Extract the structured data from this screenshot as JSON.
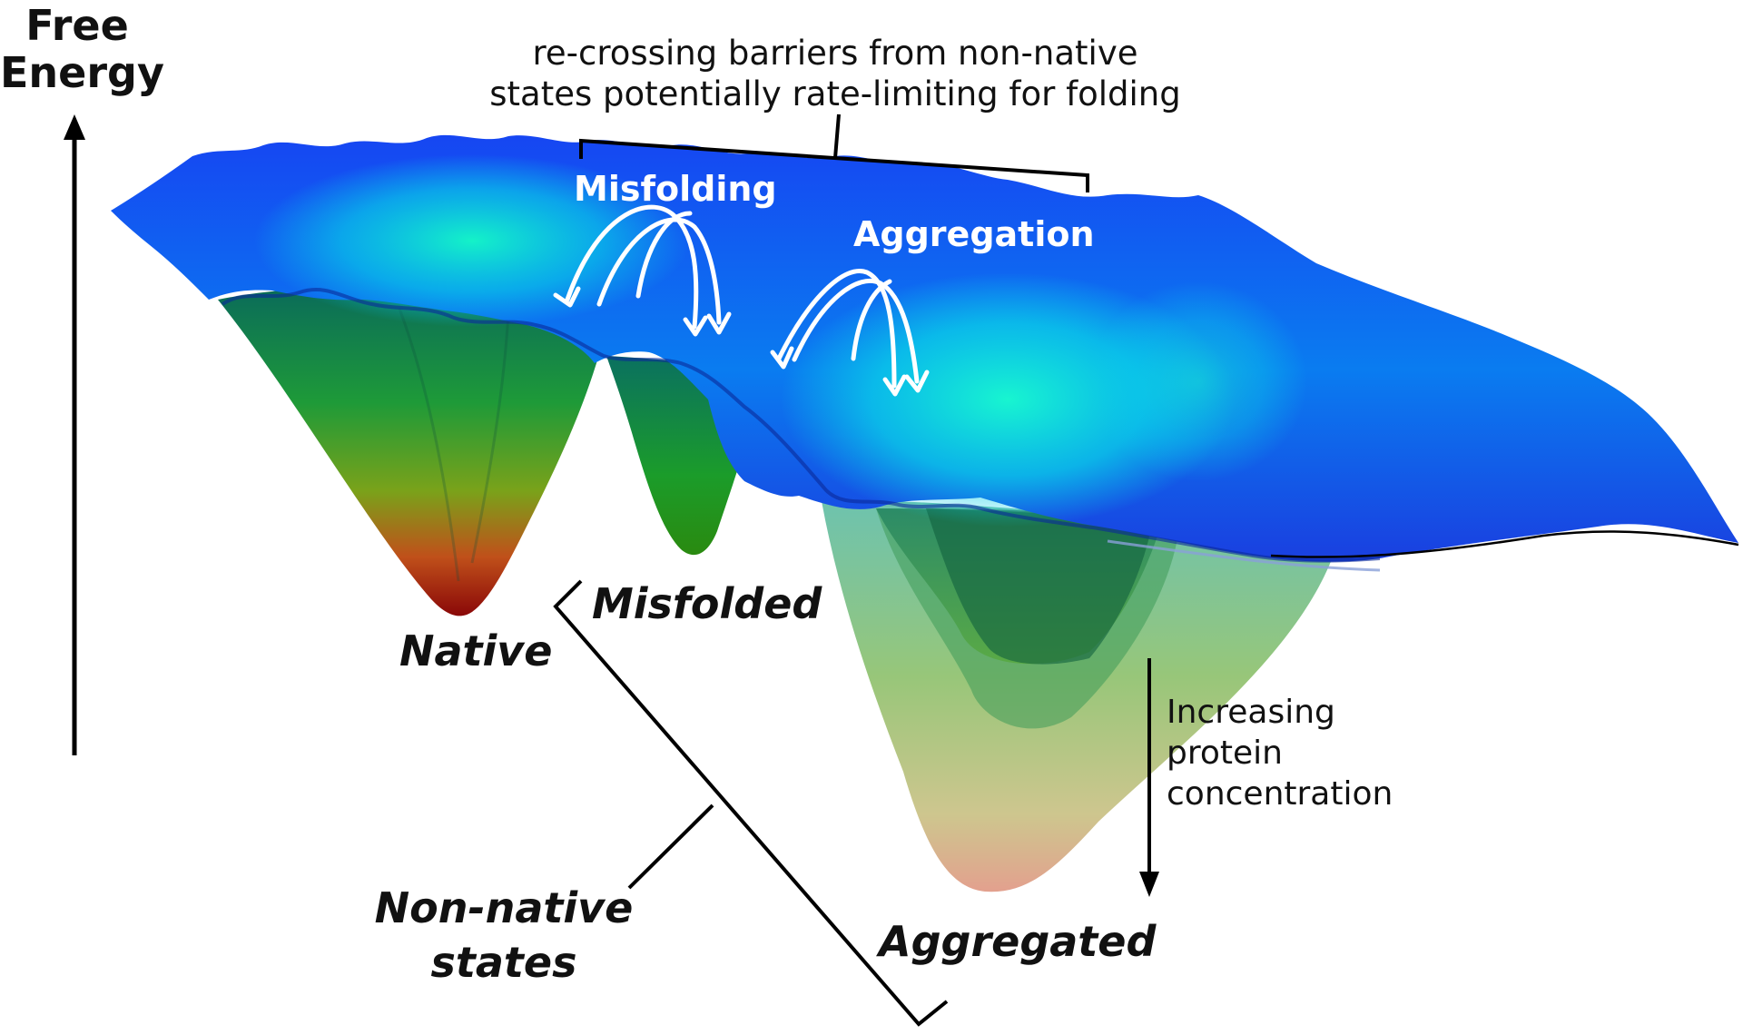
{
  "axis": {
    "title_line1": "Free",
    "title_line2": "Energy"
  },
  "annotation_top": {
    "line1": "re-crossing barriers from non-native",
    "line2": "states potentially rate-limiting for folding"
  },
  "processes": {
    "misfolding": "Misfolding",
    "aggregation": "Aggregation"
  },
  "states": {
    "native": "Native",
    "misfolded": "Misfolded",
    "aggregated": "Aggregated",
    "non_native_line1": "Non-native",
    "non_native_line2": "states"
  },
  "concentration": {
    "line1": "Increasing",
    "line2": "protein",
    "line3": "concentration"
  },
  "colors": {
    "surface_top": "#1340f0",
    "surface_mid": "#00e0e0",
    "well_green": "#1f9a2e",
    "well_bottom_native": "#b0100c",
    "aggregated_bottom": "#e6a08c",
    "line": "#000000",
    "text": "#111111",
    "arrow_white": "#ffffff"
  },
  "icons": {
    "free_energy_axis": "up-arrow",
    "concentration_arrow": "down-arrow",
    "process_arrows": "curved-arrows"
  }
}
